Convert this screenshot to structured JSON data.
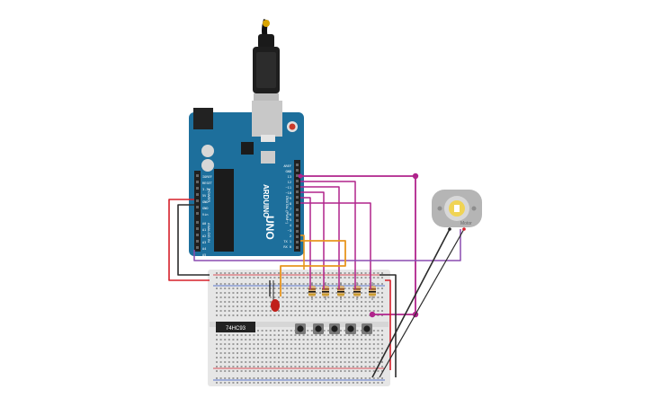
{
  "arduino": {
    "brand": "ARDUINO",
    "model": "UNO",
    "digital_label": "DIGITAL (PWM~)",
    "power_label": "POWER",
    "analog_label": "ANALOG IN",
    "power_pins": [
      "IOREF",
      "RESET",
      "3.3V",
      "5V",
      "GND",
      "GND",
      "Vin"
    ],
    "analog_pins": [
      "A0",
      "A1",
      "A2",
      "A3",
      "A4",
      "A5"
    ],
    "digital_pins": [
      "AREF",
      "GND",
      "13",
      "12",
      "~11",
      "~10",
      "~9",
      "8",
      "7",
      "~6",
      "~5",
      "4",
      "~3",
      "2",
      "TX 1",
      "RX 0"
    ]
  },
  "chip": {
    "label": "74HC93"
  },
  "motor": {
    "label": "Motor"
  },
  "colors": {
    "board": "#1d6f9c",
    "breadboard": "#e6e6e6",
    "wire_magenta": "#b0248c",
    "wire_red": "#d5202a",
    "wire_orange": "#e8961e",
    "wire_black": "#2b2b2b",
    "wire_purple": "#8a4bb0",
    "led": "#c0201a"
  },
  "buttons": {
    "count": 5
  },
  "resistors": {
    "count": 5
  }
}
